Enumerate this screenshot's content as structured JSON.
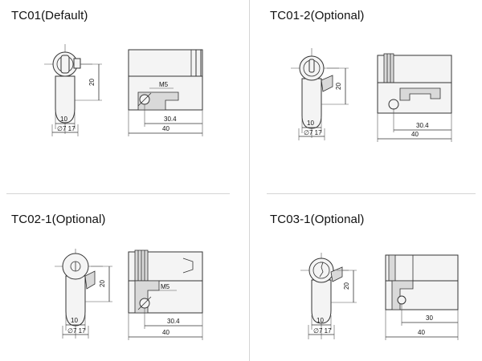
{
  "panels": [
    {
      "title": "TC01(Default)",
      "front": {
        "height_label": "20",
        "width_label": "10",
        "dia_label": "∅7 17"
      },
      "side": {
        "thread_label": "M5",
        "inner_label": "30.4",
        "outer_label": "40"
      }
    },
    {
      "title": "TC01-2(Optional)",
      "front": {
        "height_label": "20",
        "width_label": "10",
        "dia_label": "∅7 17"
      },
      "side": {
        "inner_label": "30.4",
        "outer_label": "40"
      }
    },
    {
      "title": "TC02-1(Optional)",
      "front": {
        "height_label": "20",
        "width_label": "10",
        "dia_label": "∅7 17"
      },
      "side": {
        "thread_label": "M5",
        "inner_label": "30.4",
        "outer_label": "40"
      }
    },
    {
      "title": "TC03-1(Optional)",
      "front": {
        "height_label": "20",
        "width_label": "10",
        "dia_label": "∅7 17"
      },
      "side": {
        "inner_label": "30",
        "outer_label": "40"
      }
    }
  ],
  "colors": {
    "line": "#333333",
    "divider": "#d4d4d4",
    "fill": "#f4f4f4"
  }
}
